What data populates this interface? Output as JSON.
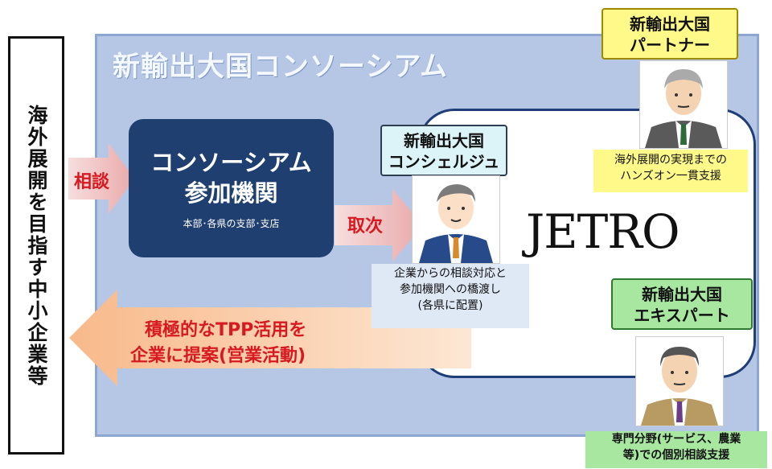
{
  "left_box": {
    "text": "海外展開を目指す中小企業等"
  },
  "consortium": {
    "title": "新輸出大国コンソーシアム"
  },
  "institution": {
    "title_line1": "コンソーシアム",
    "title_line2": "参加機関",
    "subtitle": "本部･各県の支部･支店"
  },
  "arrows": {
    "consult": "相談",
    "relay": "取次",
    "proposal_line1": "積極的なTPP活用を",
    "proposal_line2": "企業に提案(営業活動)"
  },
  "concierge": {
    "title_line1": "新輸出大国",
    "title_line2": "コンシェルジュ",
    "desc_line1": "企業からの相談対応と",
    "desc_line2": "参加機関への橋渡し",
    "desc_line3": "(各県に配置)"
  },
  "partner": {
    "title_line1": "新輸出大国",
    "title_line2": "パートナー",
    "desc_line1": "海外展開の実現までの",
    "desc_line2": "ハンズオン一貫支援"
  },
  "expert": {
    "title_line1": "新輸出大国",
    "title_line2": "エキスパート",
    "desc_line1": "専門分野(サービス、農業",
    "desc_line2": "等)での個別相談支援"
  },
  "jetro": {
    "logo": "JETRO"
  },
  "colors": {
    "consortium_bg": "#b6c7e6",
    "institution_bg": "#1f3f71",
    "accent_red": "#d71920",
    "arrow_pink": "#f2c6c6",
    "arrow_peach": "#fbd7b4"
  }
}
